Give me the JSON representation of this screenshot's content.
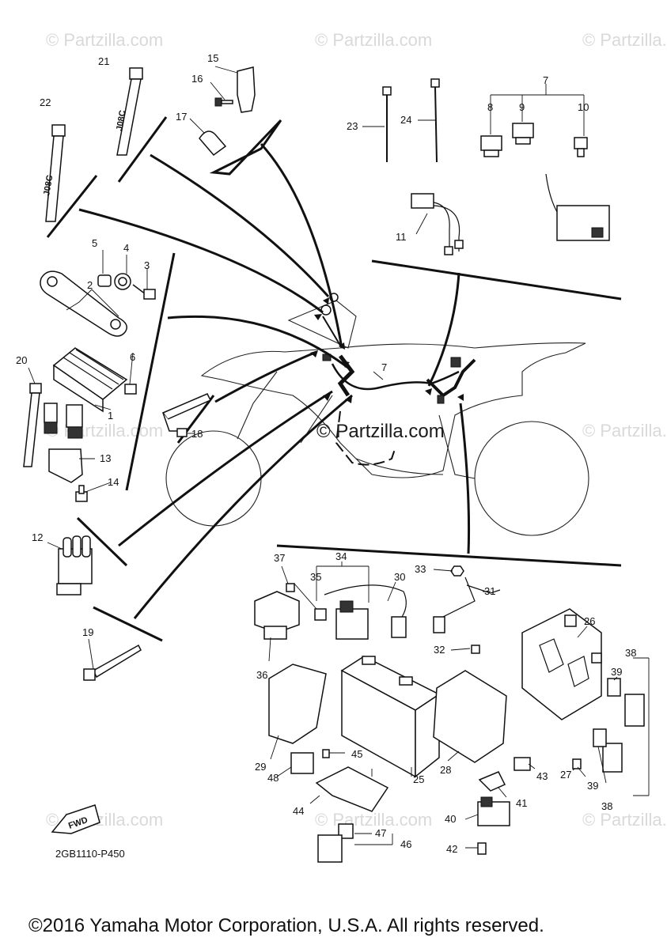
{
  "watermarks": {
    "corner": "© Partzilla.com",
    "center": "© Partzilla.com"
  },
  "diagram_code": "2GB1110-P450",
  "forward_marker": "FWD",
  "copyright": "©2016 Yamaha Motor Corporation, U.S.A. All rights reserved.",
  "callouts": {
    "p1": "1",
    "p2": "2",
    "p3": "3",
    "p4": "4",
    "p5": "5",
    "p6": "6",
    "p7a": "7",
    "p7b": "7",
    "p8": "8",
    "p9": "9",
    "p10": "10",
    "p11": "11",
    "p12": "12",
    "p13": "13",
    "p14": "14",
    "p15": "15",
    "p16": "16",
    "p17": "17",
    "p18": "18",
    "p19": "19",
    "p20": "20",
    "p21": "21",
    "p22": "22",
    "p23": "23",
    "p24": "24",
    "p25": "25",
    "p26": "26",
    "p27": "27",
    "p28": "28",
    "p29": "29",
    "p30": "30",
    "p31": "31",
    "p32": "32",
    "p33": "33",
    "p34": "34",
    "p35": "35",
    "p36": "36",
    "p37": "37",
    "p38a": "38",
    "p38b": "38",
    "p39a": "39",
    "p39b": "39",
    "p40": "40",
    "p41": "41",
    "p42": "42",
    "p43": "43",
    "p44": "44",
    "p45": "45",
    "p46": "46",
    "p47": "47",
    "p48": "48"
  },
  "band_text": "J08C"
}
